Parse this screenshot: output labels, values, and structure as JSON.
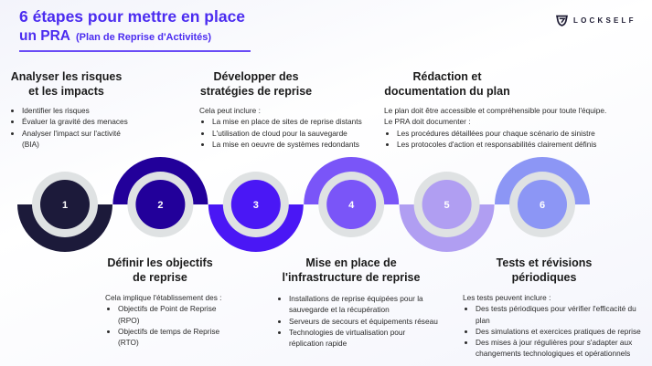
{
  "header": {
    "title_line1": "6 étapes pour mettre en place",
    "title_line2": "un PRA",
    "title_sub": "(Plan de Reprise d'Activités)"
  },
  "brand": {
    "name": "LOCKSELF",
    "icon": "lockself-shield-logo"
  },
  "colors": {
    "accent": "#4b2cf0",
    "ring": "#dfe2e3",
    "steps": [
      "#1c1a3a",
      "#22009a",
      "#4a17f5",
      "#7a55f8",
      "#b09ef2",
      "#8c96f5"
    ]
  },
  "steps": [
    {
      "number": "1",
      "title_l1": "Analyser les risques",
      "title_l2": "et les impacts",
      "intro": "",
      "items": [
        "Identifier les risques",
        "Évaluer la gravité des menaces",
        "Analyser l'impact sur l'activité (BIA)"
      ]
    },
    {
      "number": "2",
      "title_l1": "Définir les objectifs",
      "title_l2": "de reprise",
      "intro": "Cela implique l'établissement des :",
      "items": [
        "Objectifs de Point de Reprise (RPO)",
        "Objectifs de temps de Reprise (RTO)"
      ]
    },
    {
      "number": "3",
      "title_l1": "Développer des",
      "title_l2": "stratégies de reprise",
      "intro": "Cela peut inclure :",
      "items": [
        "La mise en place de sites de reprise distants",
        "L'utilisation de cloud pour la sauvegarde",
        "La mise en oeuvre de systèmes redondants"
      ]
    },
    {
      "number": "4",
      "title_l1": "Mise en place de",
      "title_l2": "l'infrastructure de reprise",
      "intro": "",
      "items": [
        "Installations de reprise équipées pour la sauvegarde et la récupération",
        "Serveurs de secours et équipements réseau",
        "Technologies de virtualisation pour réplication rapide"
      ]
    },
    {
      "number": "5",
      "title_l1": "Rédaction et",
      "title_l2": "documentation du plan",
      "intro": "Le plan doit être accessible et compréhensible pour toute l'équipe.",
      "intro2": "Le PRA doit documenter :",
      "items": [
        "Les procédures détaillées pour chaque scénario de sinistre",
        "Les protocoles d'action et responsabilités clairement définis"
      ]
    },
    {
      "number": "6",
      "title_l1": "Tests et révisions",
      "title_l2": "périodiques",
      "intro": "Les tests peuvent inclure :",
      "items": [
        "Des tests périodiques pour vérifier l'efficacité du plan",
        "Des simulations et exercices pratiques de reprise",
        "Des mises à jour régulières pour s'adapter aux changements technologiques et opérationnels"
      ]
    }
  ]
}
